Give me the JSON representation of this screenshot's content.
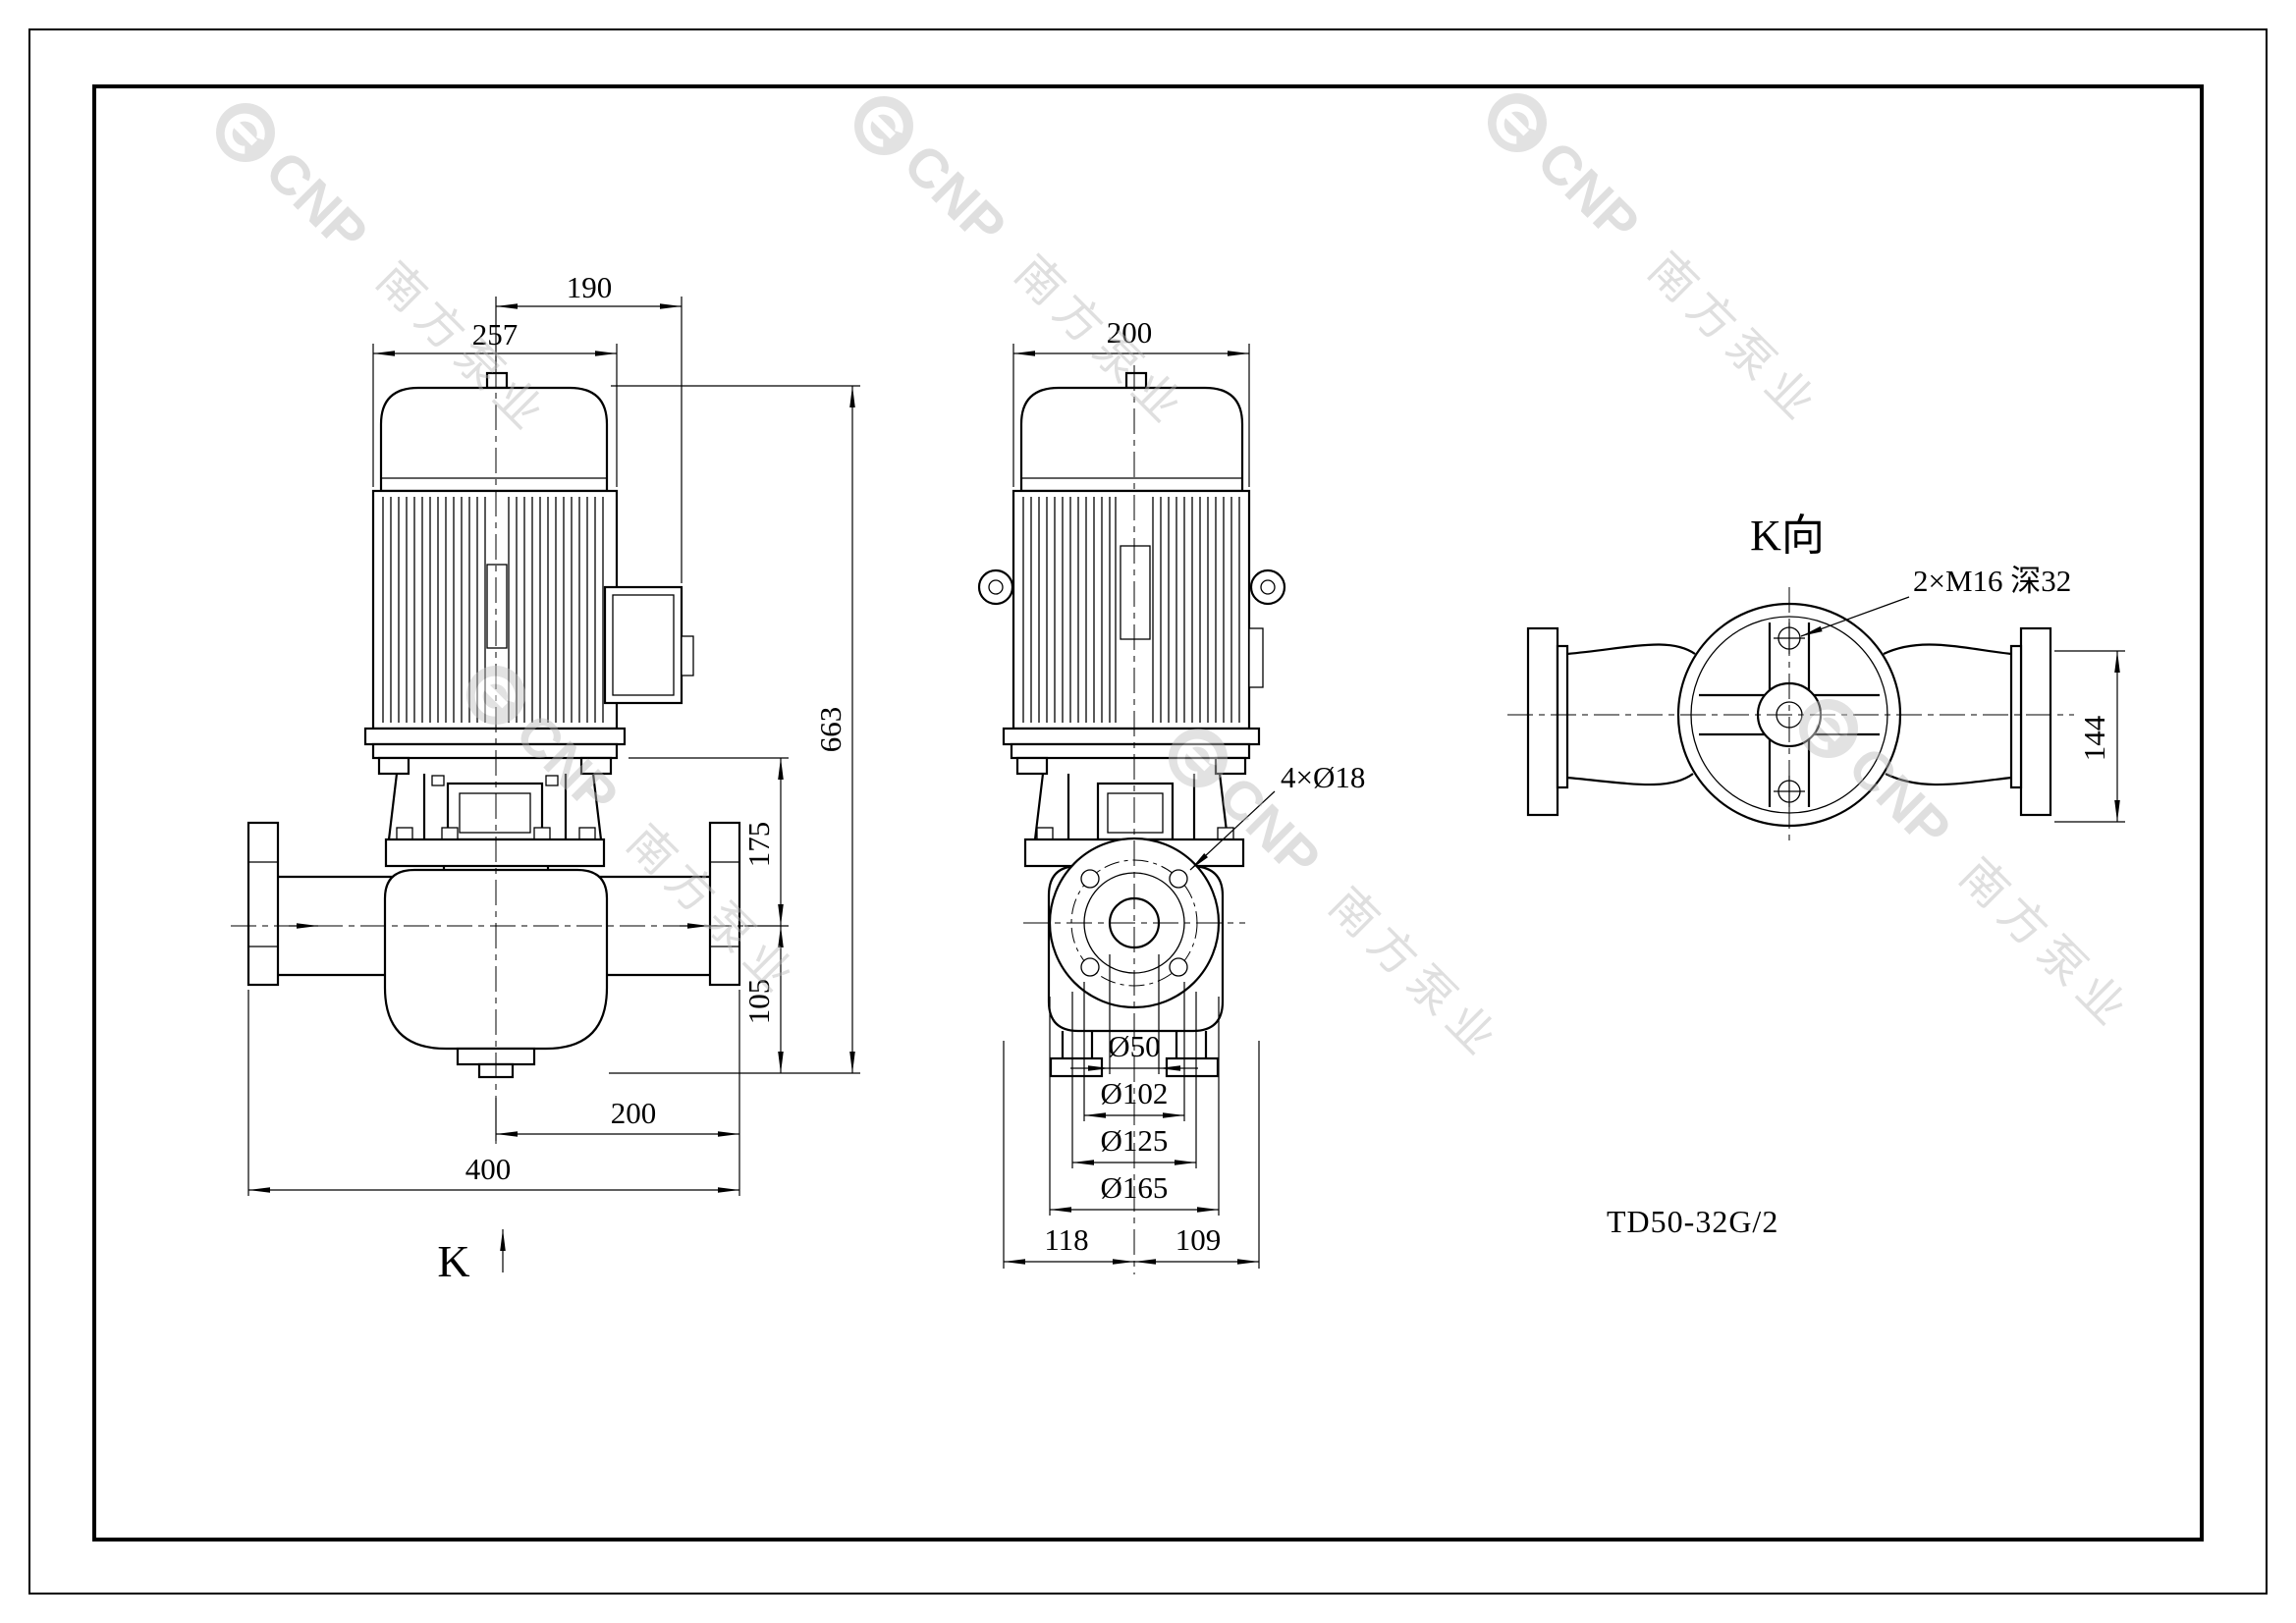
{
  "meta": {
    "model": "TD50-32G/2"
  },
  "labels": {
    "view_k_title": "K向",
    "k_arrow_label": "K",
    "bolt_holes_callout": "4×Ø18",
    "tapped_holes_callout": "2×M16 深32"
  },
  "dimensions": {
    "front": {
      "d190": "190",
      "d257": "257",
      "d663": "663",
      "d175": "175",
      "d105": "105",
      "d200": "200",
      "d400": "400"
    },
    "side": {
      "d200": "200",
      "dia50": "Ø50",
      "dia102": "Ø102",
      "dia125": "Ø125",
      "dia165": "Ø165",
      "d118": "118",
      "d109": "109"
    },
    "k": {
      "d144": "144"
    }
  },
  "watermark": {
    "brand": "CNP",
    "brand_cn": "南方泵业"
  }
}
